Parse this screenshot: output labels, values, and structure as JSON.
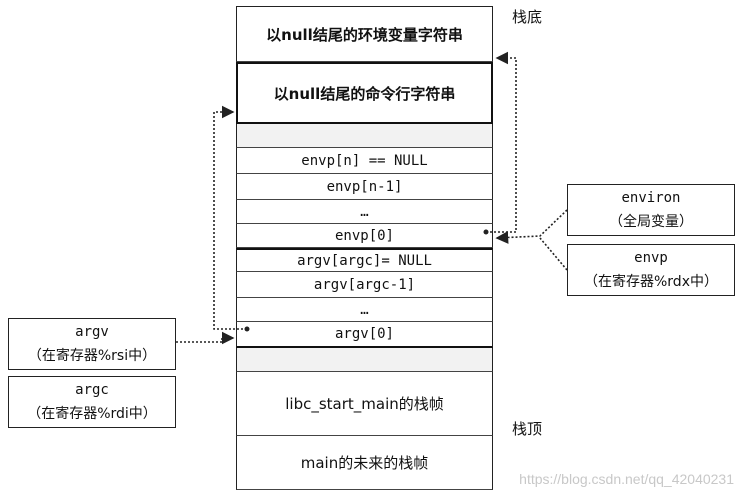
{
  "stack_cells": {
    "env_strings": "以null结尾的环境变量字符串",
    "arg_strings": "以null结尾的命令行字符串",
    "envp_n": "envp[n] == NULL",
    "envp_n1": "envp[n-1]",
    "envp_dots": "…",
    "envp_0": "envp[0]",
    "argv_argc": "argv[argc]= NULL",
    "argv_argc1": "argv[argc-1]",
    "argv_dots": "…",
    "argv_0": "argv[0]",
    "libc_frame": "libc_start_main的栈帧",
    "main_frame": "main的未来的栈帧"
  },
  "labels": {
    "stack_bottom": "栈底",
    "stack_top": "栈顶"
  },
  "side_boxes": {
    "environ": {
      "name": "environ",
      "desc": "（全局变量）"
    },
    "envp": {
      "name": "envp",
      "desc": "（在寄存器%rdx中）"
    },
    "argv": {
      "name": "argv",
      "desc": "（在寄存器%rsi中）"
    },
    "argc": {
      "name": "argc",
      "desc": "（在寄存器%rdi中）"
    }
  },
  "watermark": "https://blog.csdn.net/qq_42040231"
}
